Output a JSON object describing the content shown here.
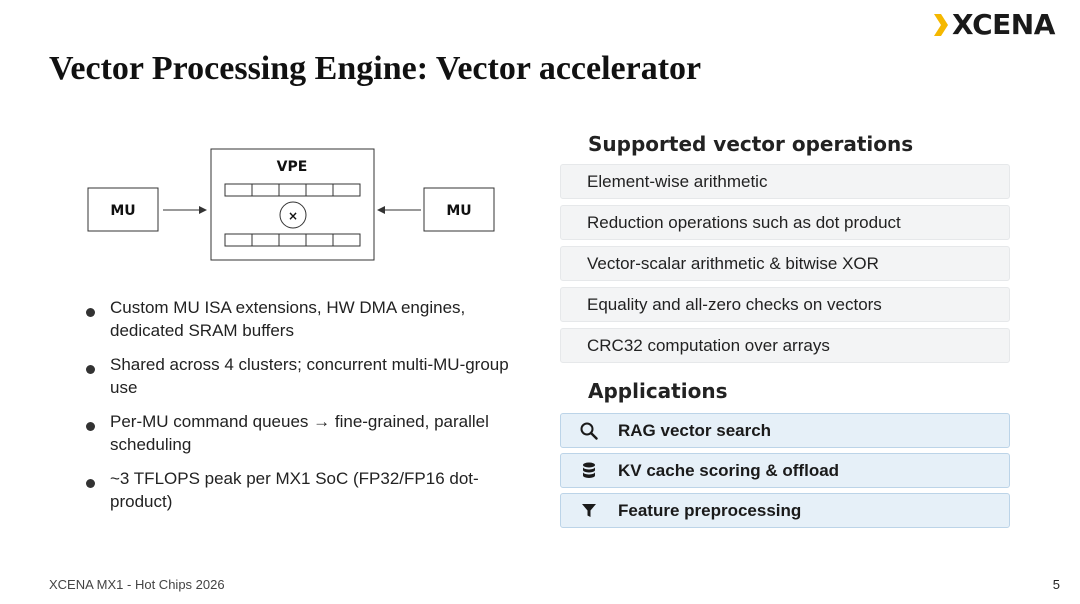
{
  "logo": {
    "text": "XCENA"
  },
  "title": "Vector Processing Engine: Vector accelerator",
  "diagram": {
    "vpe_label": "VPE",
    "left_unit": "MU",
    "right_unit": "MU",
    "multiply_symbol": "×"
  },
  "bullets": [
    {
      "text": "Custom MU ISA extensions, HW DMA engines, dedicated SRAM buffers"
    },
    {
      "text": "Shared across 4 clusters; concurrent multi-MU-group use"
    },
    {
      "text": "Per-MU command queues → fine-grained, parallel scheduling"
    },
    {
      "text": "~3 TFLOPS peak per MX1 SoC (FP32/FP16 dot-product)"
    }
  ],
  "supported": {
    "heading": "Supported vector operations",
    "items": [
      "Element-wise arithmetic",
      "Reduction operations such as dot product",
      "Vector-scalar arithmetic & bitwise XOR",
      "Equality and all-zero checks on vectors",
      "CRC32 computation over arrays"
    ]
  },
  "applications": {
    "heading": "Applications",
    "items": [
      {
        "label": "RAG vector search",
        "icon": "search-icon"
      },
      {
        "label": "KV cache scoring & offload",
        "icon": "database-icon"
      },
      {
        "label": "Feature preprocessing",
        "icon": "filter-icon"
      }
    ]
  },
  "footer": {
    "text": "XCENA MX1  -  Hot Chips 2026",
    "page": "5"
  },
  "colors": {
    "accent": "#f5b800",
    "app_fill": "#e6f0f8",
    "app_border": "#bcd4e8",
    "op_fill": "#f3f4f5"
  }
}
